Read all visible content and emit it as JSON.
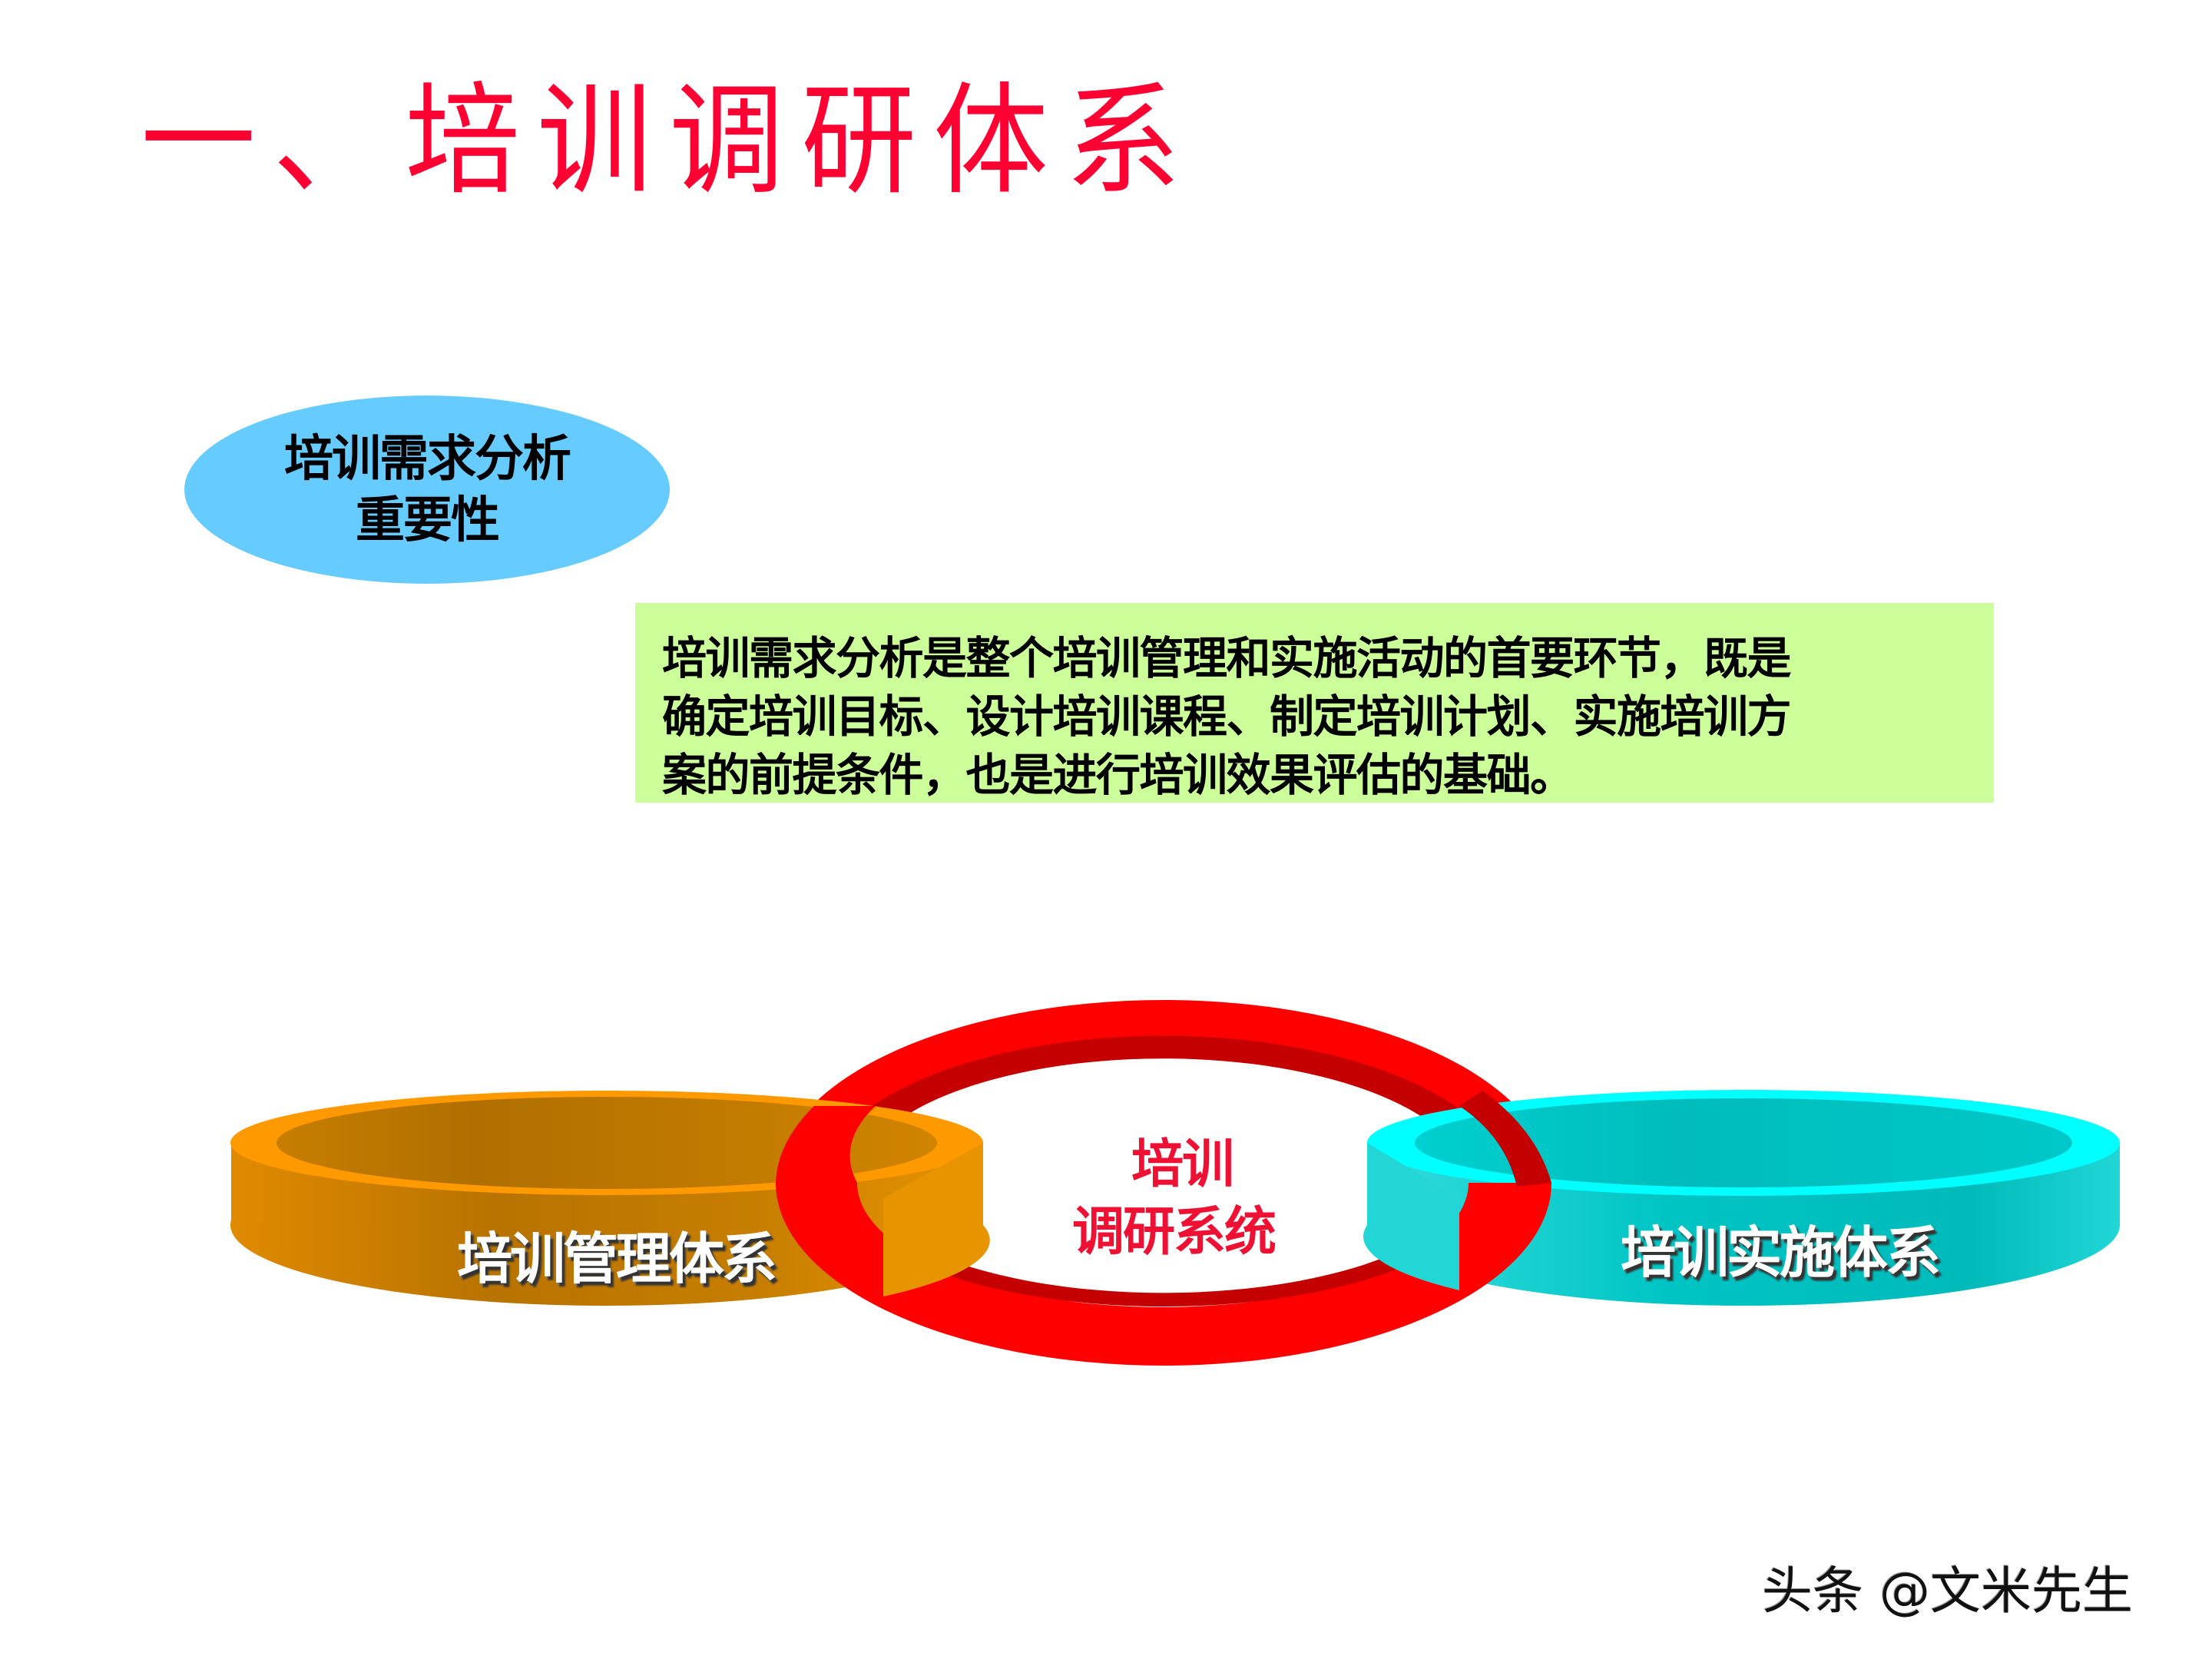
{
  "slide": {
    "title": "一、培训调研体系",
    "importance_bubble": {
      "line1": "培训需求分析",
      "line2": "重要性",
      "color": "#66ccff"
    },
    "description": {
      "lines": [
        "培训需求分析是整个培训管理和实施活动的首要环节，既是",
        "确定培训目标、设计培训课程、制定培训计划、实施培训方",
        "案的前提条件，也是进行培训效果评估的基础。"
      ],
      "background": "#ccff99"
    },
    "rings": {
      "left": {
        "label": "培训管理体系",
        "color": "#cc7a00"
      },
      "center": {
        "label_line1": "培训",
        "label_line2": "调研系统",
        "color": "#ff0000"
      },
      "right": {
        "label": "培训实施体系",
        "color": "#00c8c8"
      }
    },
    "title_color": "#ff0033"
  },
  "watermark": "头条 @文米先生"
}
